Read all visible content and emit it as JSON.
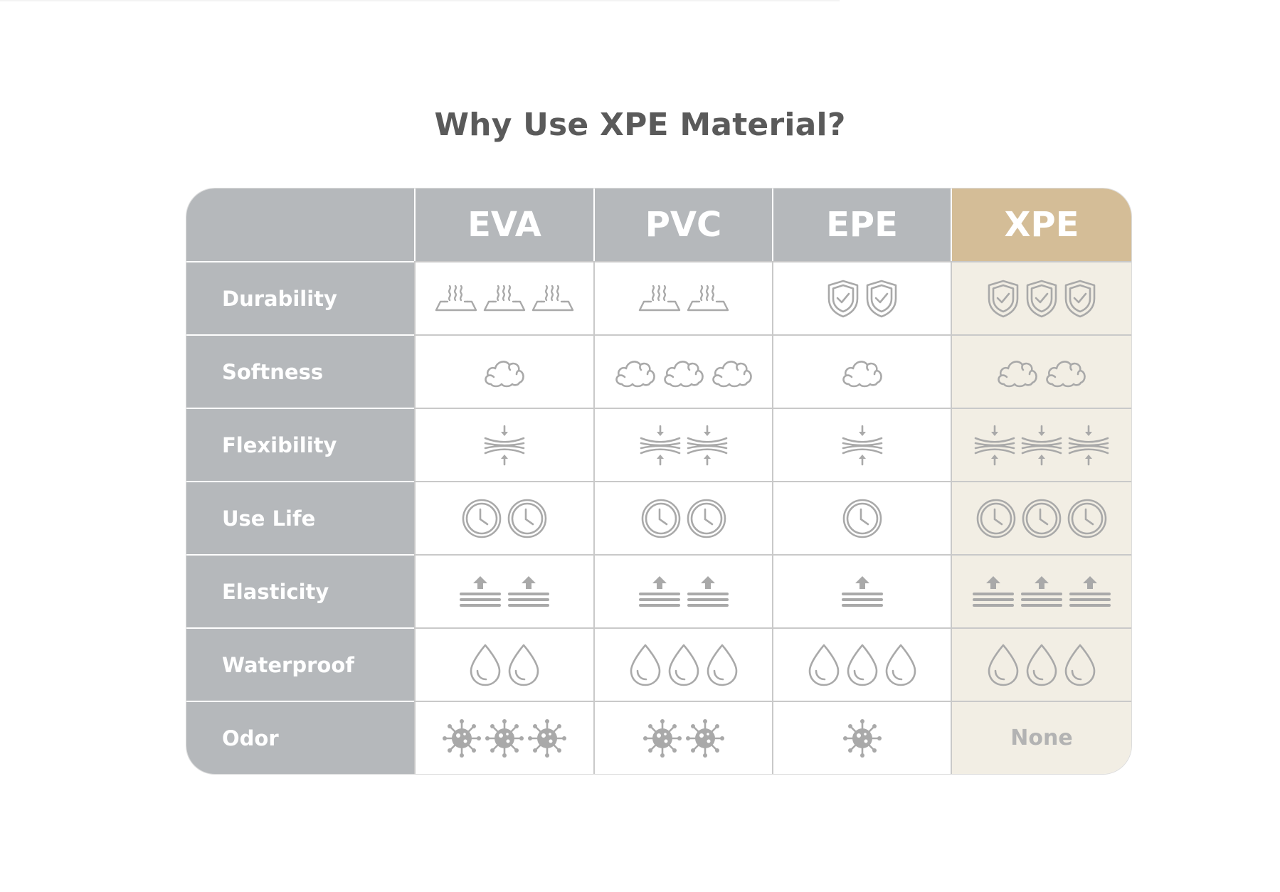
{
  "title": "Why Use XPE Material?",
  "columns": [
    "EVA",
    "PVC",
    "EPE",
    "XPE"
  ],
  "rows": [
    {
      "label": "Durability",
      "levels": [
        {
          "icon": "heat-plate-icon",
          "count": 3
        },
        {
          "icon": "heat-plate-icon",
          "count": 2
        },
        {
          "icon": "shield-check-icon",
          "count": 2
        },
        {
          "icon": "shield-check-icon",
          "count": 3
        }
      ]
    },
    {
      "label": "Softness",
      "levels": [
        {
          "icon": "cloud-icon",
          "count": 1
        },
        {
          "icon": "cloud-icon",
          "count": 3
        },
        {
          "icon": "cloud-icon",
          "count": 1
        },
        {
          "icon": "cloud-icon",
          "count": 2
        }
      ]
    },
    {
      "label": "Flexibility",
      "levels": [
        {
          "icon": "compress-icon",
          "count": 1
        },
        {
          "icon": "compress-icon",
          "count": 2
        },
        {
          "icon": "compress-icon",
          "count": 1
        },
        {
          "icon": "compress-icon",
          "count": 3
        }
      ]
    },
    {
      "label": "Use Life",
      "levels": [
        {
          "icon": "clock-icon",
          "count": 2
        },
        {
          "icon": "clock-icon",
          "count": 2
        },
        {
          "icon": "clock-icon",
          "count": 1
        },
        {
          "icon": "clock-icon",
          "count": 3
        }
      ]
    },
    {
      "label": "Elasticity",
      "levels": [
        {
          "icon": "rebound-icon",
          "count": 2
        },
        {
          "icon": "rebound-icon",
          "count": 2
        },
        {
          "icon": "rebound-icon",
          "count": 1
        },
        {
          "icon": "rebound-icon",
          "count": 3
        }
      ]
    },
    {
      "label": "Waterproof",
      "levels": [
        {
          "icon": "water-drop-icon",
          "count": 2
        },
        {
          "icon": "water-drop-icon",
          "count": 3
        },
        {
          "icon": "water-drop-icon",
          "count": 3
        },
        {
          "icon": "water-drop-icon",
          "count": 3
        }
      ]
    },
    {
      "label": "Odor",
      "levels": [
        {
          "icon": "germ-icon",
          "count": 3
        },
        {
          "icon": "germ-icon",
          "count": 2
        },
        {
          "icon": "germ-icon",
          "count": 1
        },
        {
          "icon": "none",
          "count": 0,
          "text": "None"
        }
      ]
    }
  ],
  "colors": {
    "header_gray": "#b5b8bb",
    "highlight_header": "#d4bd97",
    "highlight_cell": "#f2eee4",
    "icon": "#a9a9a9",
    "title": "#5a5a5a"
  }
}
